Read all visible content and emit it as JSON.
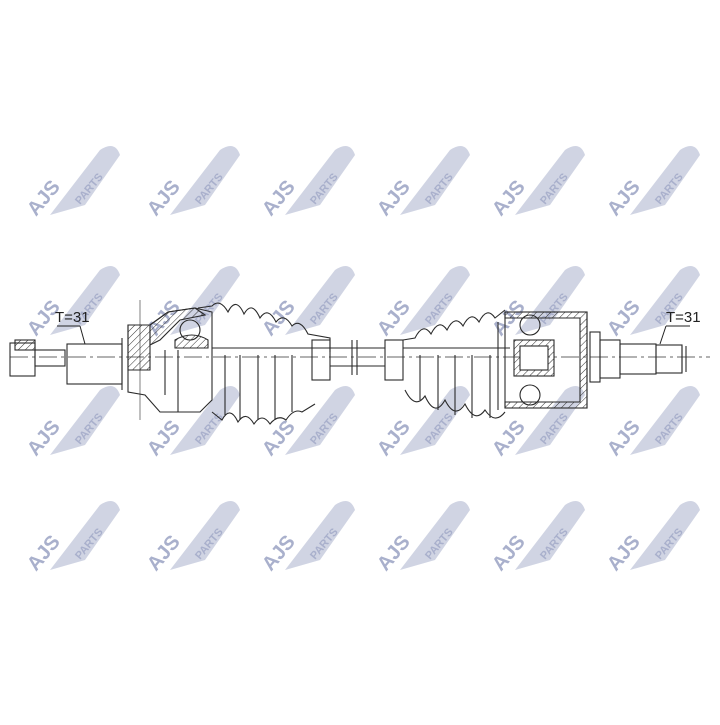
{
  "diagram": {
    "title": "Drive shaft technical drawing",
    "watermark": {
      "brand": "AJS",
      "suffix": "PARTS",
      "color": "#a9b0cc",
      "rows_y": [
        185,
        305,
        425,
        540
      ],
      "cols_x": [
        80,
        200,
        315,
        430,
        545,
        660
      ]
    },
    "labels": {
      "left_spline": "T=31",
      "right_spline": "T=31"
    },
    "colors": {
      "line": "#2a2a2a",
      "background": "#ffffff"
    }
  }
}
